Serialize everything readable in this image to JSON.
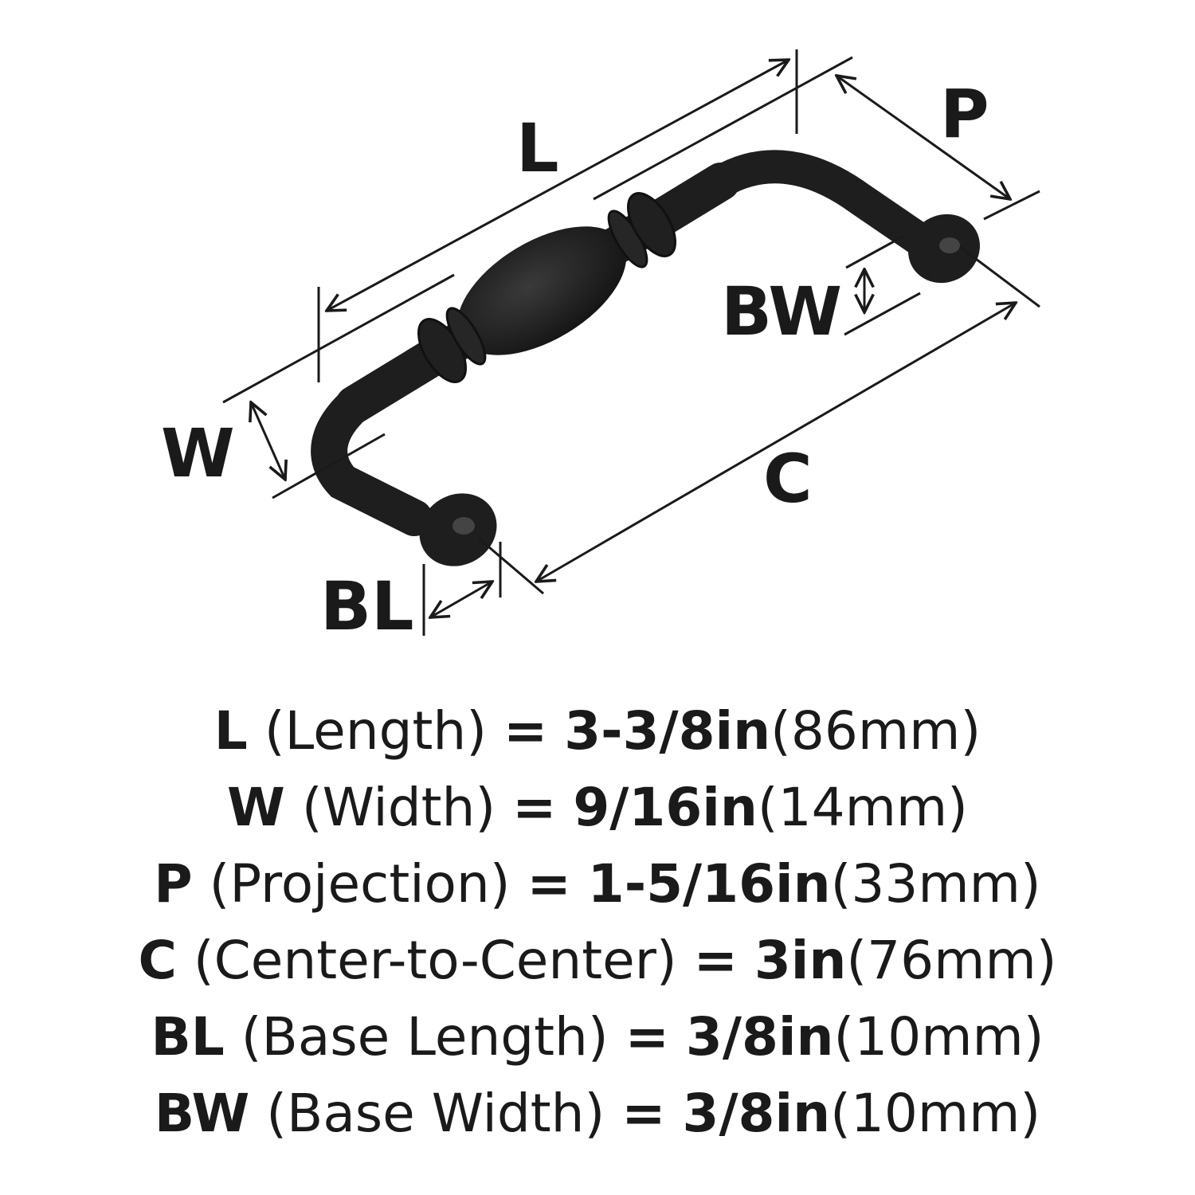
{
  "diagram": {
    "labels": {
      "L": "L",
      "P": "P",
      "BW": "BW",
      "W": "W",
      "C": "C",
      "BL": "BL"
    },
    "product_color": "#1e1e1e"
  },
  "specs": [
    {
      "key": "L",
      "name": "(Length)",
      "eq": "=",
      "imperial": "3-3/8in",
      "metric": "(86mm)"
    },
    {
      "key": "W",
      "name": "(Width)",
      "eq": "=",
      "imperial": "9/16in",
      "metric": "(14mm)"
    },
    {
      "key": "P",
      "name": "(Projection)",
      "eq": "=",
      "imperial": "1-5/16in",
      "metric": "(33mm)"
    },
    {
      "key": "C",
      "name": "(Center-to-Center)",
      "eq": "=",
      "imperial": "3in",
      "metric": "(76mm)"
    },
    {
      "key": "BL",
      "name": "(Base Length)",
      "eq": "=",
      "imperial": "3/8in",
      "metric": "(10mm)"
    },
    {
      "key": "BW",
      "name": "(Base Width)",
      "eq": "=",
      "imperial": "3/8in",
      "metric": "(10mm)"
    }
  ]
}
